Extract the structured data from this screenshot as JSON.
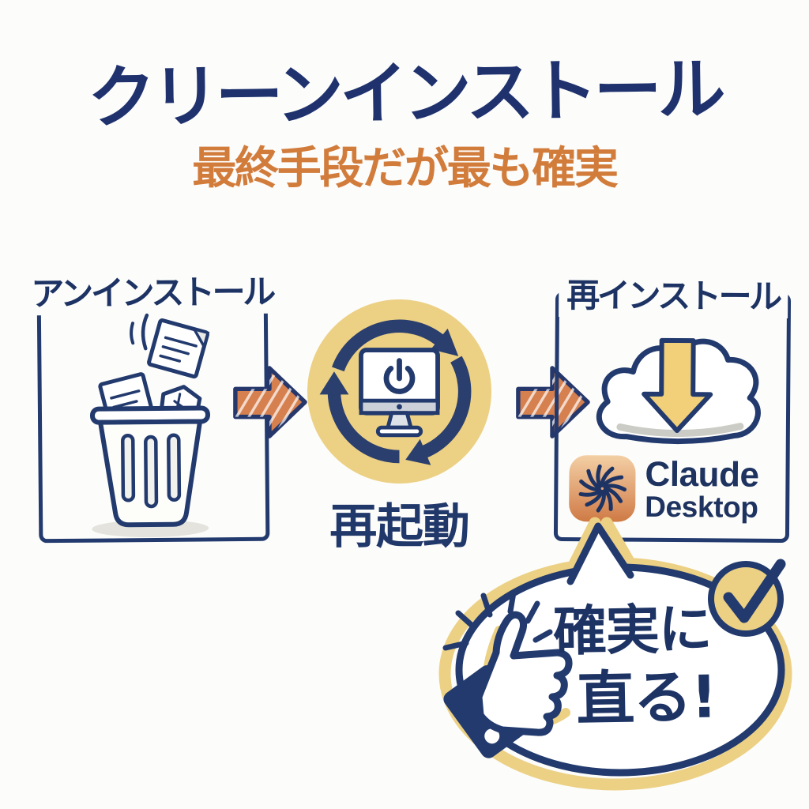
{
  "header": {
    "title": "クリーンインストール",
    "subtitle": "最終手段だが最も確実"
  },
  "flow": {
    "uninstall": {
      "label": "アンインストール"
    },
    "restart": {
      "label": "再起動"
    },
    "reinstall": {
      "label": "再インストール",
      "app_name": "Claude",
      "app_platform": "Desktop"
    }
  },
  "callout": {
    "line1": "確実に",
    "line2": "直る!"
  },
  "icons": {
    "uninstall": "trash-can-with-papers",
    "flow_connector": "arrow-right",
    "restart": "cycle-arrows-around-monitor-power",
    "reinstall": "cloud-download-arrow",
    "app_logo": "claude-spiral-logo",
    "callout": "speech-bubble-thumbs-up-check"
  },
  "colors": {
    "navy": "#223a6d",
    "title_navy": "#1f326e",
    "subtitle_orange": "#d27c3c",
    "arrow_orange": "#d5804e",
    "accent_yellow": "#ecd084",
    "download_yellow": "#f1d079",
    "logo_gradient_top": "#f3cfa4",
    "logo_gradient_bottom": "#cf7a44",
    "background": "#fcfcfa"
  }
}
